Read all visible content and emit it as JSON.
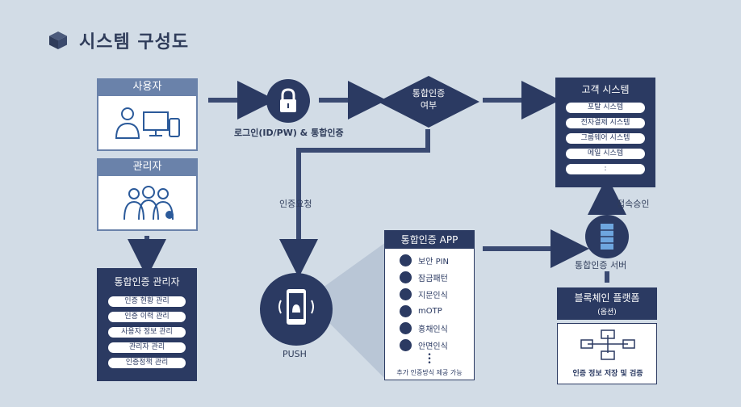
{
  "title": "시스템 구성도",
  "user": {
    "label": "사용자"
  },
  "admin": {
    "label": "관리자"
  },
  "login": {
    "label": "로그인(ID/PW) & 통합인증"
  },
  "decision": {
    "line1": "통합인증",
    "line2": "여부"
  },
  "auth_request": {
    "label": "인증요청"
  },
  "customer": {
    "title": "고객 시스템",
    "items": [
      "포탈 시스템",
      "전자결제 시스템",
      "그룹웨어 시스템",
      "메일 시스템",
      ":"
    ]
  },
  "admin_panel": {
    "title": "통합인증 관리자",
    "items": [
      "인증 현황 관리",
      "인증 이력 관리",
      "사용자 정보 관리",
      "관리자 관리",
      "인증정책 관리"
    ]
  },
  "push": {
    "label": "PUSH"
  },
  "app": {
    "title": "통합인증 APP",
    "items": [
      "보안 PIN",
      "잠금패턴",
      "지문인식",
      "mOTP",
      "홍채인식",
      "안면인식"
    ],
    "more": "추가 인증방식 제공 가능"
  },
  "server": {
    "label": "통합인증 서버"
  },
  "approval": {
    "label": "접속승인"
  },
  "blockchain": {
    "title": "블록체인 플랫폼",
    "subtitle": "(옵션)",
    "caption": "인증 정보 저장 및 검증"
  },
  "colors": {
    "navy": "#2b3a62",
    "accent": "#6a82aa",
    "background": "#d2dce6"
  }
}
